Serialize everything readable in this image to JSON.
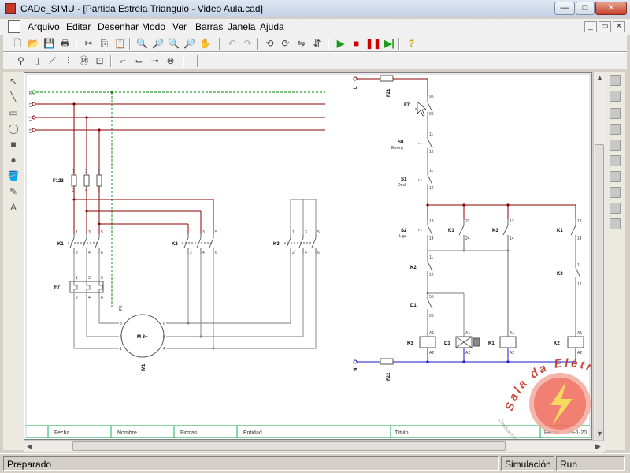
{
  "window": {
    "app_name": "CADe_SIMU",
    "document_title": "[Partida Estrela Triangulo - Video Aula.cad]",
    "minimize_glyph": "—",
    "maximize_glyph": "□",
    "close_glyph": "✕"
  },
  "menu": {
    "items": [
      "Arquivo",
      "Editar",
      "Desenhar",
      "Modo",
      "Ver",
      "Barras",
      "Janela",
      "Ajuda"
    ],
    "mdi_buttons": [
      "_",
      "▭",
      "✕"
    ]
  },
  "toolbar_main": {
    "buttons": [
      {
        "name": "new-file-icon",
        "glyph": "🗋"
      },
      {
        "name": "open-folder-icon",
        "glyph": "📂"
      },
      {
        "name": "save-icon",
        "glyph": "💾"
      },
      {
        "name": "print-icon",
        "glyph": "🖶"
      },
      {
        "name": "cut-icon",
        "glyph": "✂"
      },
      {
        "name": "copy-icon",
        "glyph": "⎘"
      },
      {
        "name": "paste-icon",
        "glyph": "📋"
      },
      {
        "name": "zoom-in-icon",
        "glyph": "🔍"
      },
      {
        "name": "zoom-out-icon",
        "glyph": "🔎"
      },
      {
        "name": "zoom-window-icon",
        "glyph": "🔍"
      },
      {
        "name": "zoom-all-icon",
        "glyph": "🔎"
      },
      {
        "name": "pan-icon",
        "glyph": "✋"
      },
      {
        "name": "undo-icon",
        "glyph": "↶"
      },
      {
        "name": "redo-icon",
        "glyph": "↷"
      },
      {
        "name": "rotate-left-icon",
        "glyph": "⟲"
      },
      {
        "name": "rotate-right-icon",
        "glyph": "⟳"
      },
      {
        "name": "mirror-h-icon",
        "glyph": "⇋"
      },
      {
        "name": "mirror-v-icon",
        "glyph": "⇵"
      },
      {
        "name": "play-simulation-icon",
        "glyph": "▶"
      },
      {
        "name": "stop-simulation-icon",
        "glyph": "■"
      },
      {
        "name": "pause-simulation-icon",
        "glyph": "❚❚"
      },
      {
        "name": "step-simulation-icon",
        "glyph": "▶|"
      },
      {
        "name": "help-icon",
        "glyph": "?"
      }
    ],
    "colors": {
      "play": "#1a9a1a",
      "stop": "#cc0000",
      "pause": "#cc0000",
      "step": "#1a9a1a",
      "help": "#c8a000"
    }
  },
  "toolbar_components": {
    "buttons": [
      {
        "name": "supply-point-icon",
        "glyph": "⚲"
      },
      {
        "name": "fuse-icon",
        "glyph": "▯"
      },
      {
        "name": "disconnector-icon",
        "glyph": "⟋"
      },
      {
        "name": "three-pole-switch-icon",
        "glyph": "⫶"
      },
      {
        "name": "motor-icon",
        "glyph": "Ⓜ"
      },
      {
        "name": "contactor-icon",
        "glyph": "⊡"
      },
      {
        "name": "contact-no-icon",
        "glyph": "⌐"
      },
      {
        "name": "contact-nc-icon",
        "glyph": "⌙"
      },
      {
        "name": "push-button-icon",
        "glyph": "⊸"
      },
      {
        "name": "lamp-icon",
        "glyph": "⊗"
      },
      {
        "name": "wire-icon",
        "glyph": "─"
      }
    ]
  },
  "left_palette": [
    {
      "name": "select-arrow-icon",
      "glyph": "↖"
    },
    {
      "name": "line-tool-icon",
      "glyph": "╲"
    },
    {
      "name": "rectangle-tool-icon",
      "glyph": "▭"
    },
    {
      "name": "ellipse-tool-icon",
      "glyph": "◯"
    },
    {
      "name": "filled-rectangle-icon",
      "glyph": "■"
    },
    {
      "name": "filled-ellipse-icon",
      "glyph": "●"
    },
    {
      "name": "fill-bucket-icon",
      "glyph": "🪣"
    },
    {
      "name": "pencil-icon",
      "glyph": "✎"
    },
    {
      "name": "text-tool-icon",
      "glyph": "A"
    }
  ],
  "schematic": {
    "power": {
      "phases": [
        "PE",
        "L1",
        "L2",
        "L3"
      ],
      "fuse_label": "F123",
      "k1_label": "K1",
      "k2_label": "K2",
      "k3_label": "K3",
      "overload_label": "F7",
      "terminals_top": [
        "1",
        "3",
        "5"
      ],
      "terminals_bottom": [
        "2",
        "4",
        "6"
      ],
      "motor_label": "M1",
      "motor_core": "M 3~",
      "motor_pe": "PE",
      "motor_terminals": [
        "1",
        "2",
        "3",
        "4",
        "5",
        "6"
      ]
    },
    "control": {
      "top_supply": "L",
      "bottom_supply": "N",
      "top_fuse": "F21",
      "bottom_fuse": "F22",
      "overload": "F7",
      "overload_terms": [
        "95",
        "96"
      ],
      "emergency_label": "S0",
      "emergency_sub": "Emerg",
      "off_label": "S1",
      "off_sub": "Desli",
      "start_label": "S2",
      "start_sub": "Liga",
      "pair_11_12": [
        "11",
        "12"
      ],
      "pair_13_14": [
        "13",
        "14"
      ],
      "pair_23_24": [
        "23",
        "24"
      ],
      "pair_55_56": [
        "55",
        "56"
      ],
      "coil_terms": [
        "A1",
        "A2"
      ],
      "k1": "K1",
      "k2": "K2",
      "k3": "K3",
      "d1": "D1"
    },
    "title_block": {
      "fields": [
        "Fecha",
        "Nombre",
        "Firmas",
        "Entidad",
        "Título"
      ],
      "extra_fecha": "Fecha",
      "extra_date": "29-1-20"
    },
    "watermark_text": "Sala da Elétrica",
    "watermark_sub": "Conhecimento ao seu Alcance"
  },
  "status": {
    "message": "Preparado",
    "mode": "Simulación",
    "state": "Run"
  },
  "colors": {
    "phase_line": "#8b0000",
    "pe_line": "#008000",
    "wire": "#7a7a7a",
    "neutral_line": "#1a1acc",
    "title_block": "#00aa44"
  }
}
